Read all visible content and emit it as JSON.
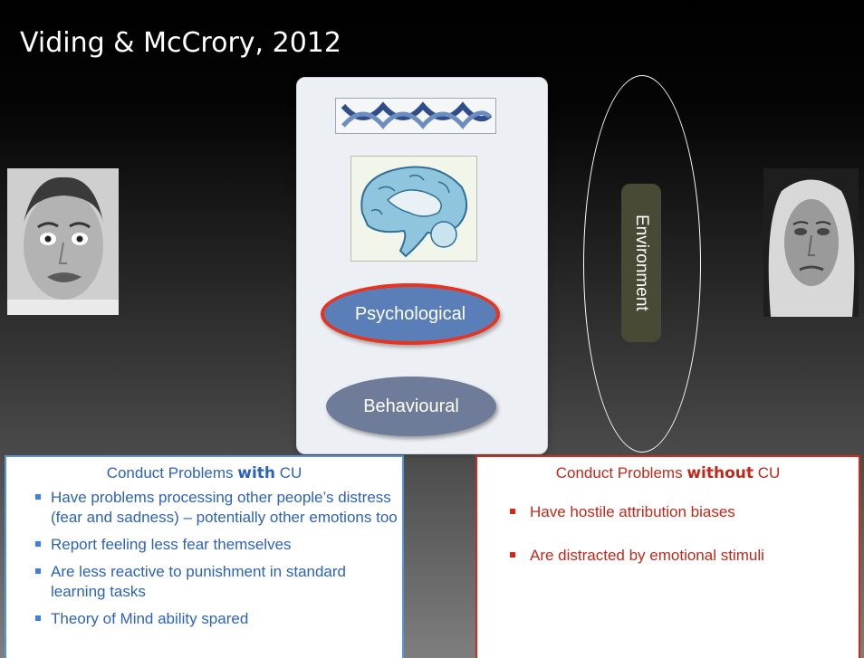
{
  "slide": {
    "title": "Viding & McCrory, 2012"
  },
  "center": {
    "psychological_label": "Psychological",
    "behavioural_label": "Behavioural",
    "environment_label": "Environment"
  },
  "with_cu": {
    "title_prefix": "Conduct Problems ",
    "title_bold": "with",
    "title_suffix": " CU",
    "bullets": [
      "Have problems processing other people’s distress (fear and sadness) – potentially other emotions too",
      "Report feeling less fear themselves",
      "Are less reactive to punishment in standard learning tasks",
      "Theory of Mind ability spared"
    ]
  },
  "without_cu": {
    "title_prefix": "Conduct Problems ",
    "title_bold": "without",
    "title_suffix": " CU",
    "bullets": [
      "Have hostile attribution biases",
      "Are distracted by emotional stimuli"
    ]
  },
  "colors": {
    "with_accent": "#2c63b8",
    "without_accent": "#c0281a",
    "psych_fill": "#5a7fb8",
    "psych_border": "#e8331e",
    "behav_fill": "#6e7c99",
    "env_fill": "#484a35"
  },
  "icons": [
    "fearful-face-photo",
    "sad-face-photo",
    "dna-helix-icon",
    "brain-icon"
  ]
}
